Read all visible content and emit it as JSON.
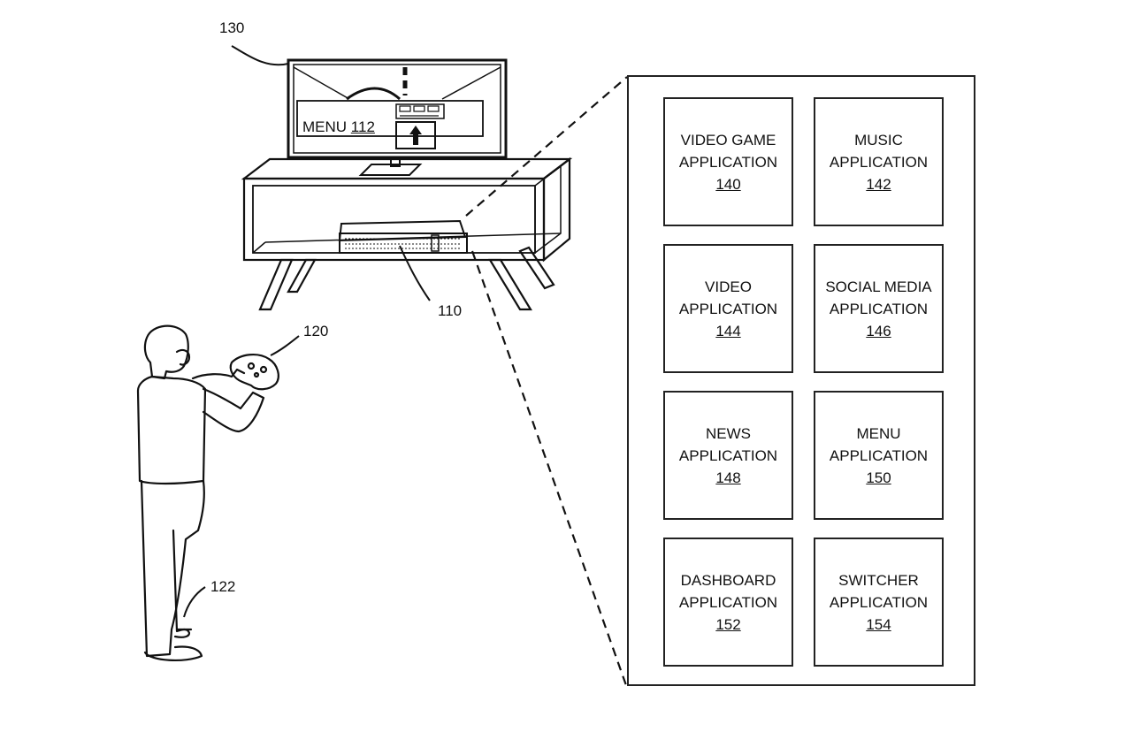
{
  "labels": {
    "tv": "130",
    "console": "110",
    "controller": "120",
    "user": "122"
  },
  "screen_menu": {
    "text": "MENU",
    "num": "112"
  },
  "applications": [
    {
      "line1": "VIDEO GAME",
      "line2": "APPLICATION",
      "num": "140"
    },
    {
      "line1": "MUSIC",
      "line2": "APPLICATION",
      "num": "142"
    },
    {
      "line1": "VIDEO",
      "line2": "APPLICATION",
      "num": "144"
    },
    {
      "line1": "SOCIAL MEDIA",
      "line2": "APPLICATION",
      "num": "146"
    },
    {
      "line1": "NEWS",
      "line2": "APPLICATION",
      "num": "148"
    },
    {
      "line1": "MENU",
      "line2": "APPLICATION",
      "num": "150"
    },
    {
      "line1": "DASHBOARD",
      "line2": "APPLICATION",
      "num": "152"
    },
    {
      "line1": "SWITCHER",
      "line2": "APPLICATION",
      "num": "154"
    }
  ]
}
